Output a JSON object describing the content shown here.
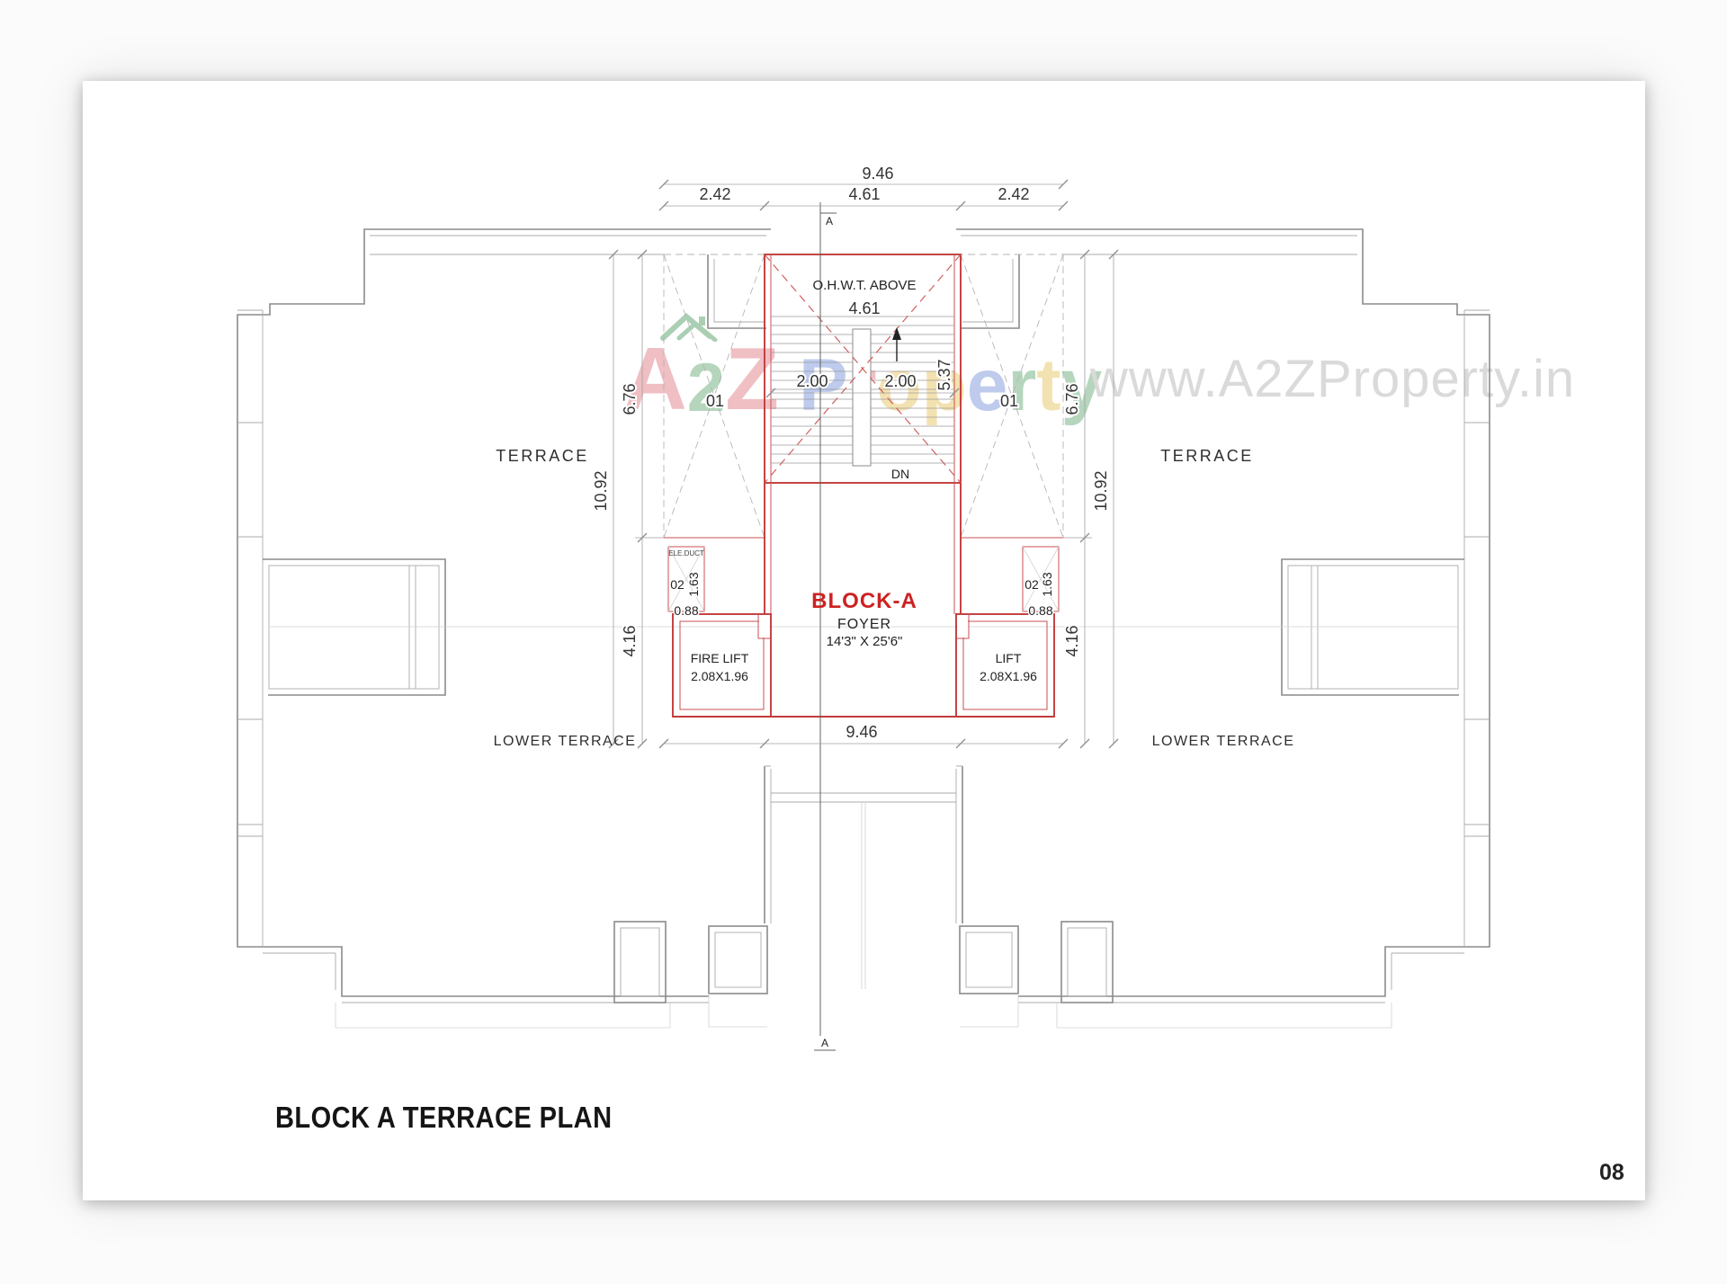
{
  "page": {
    "title": "BLOCK A TERRACE PLAN",
    "number": "08"
  },
  "watermark": {
    "letters": [
      {
        "ch": "A",
        "tone": "pink"
      },
      {
        "ch": "2",
        "tone": "green"
      },
      {
        "ch": "Z",
        "tone": "pink"
      },
      {
        "ch": "P",
        "tone": "blue"
      },
      {
        "ch": "r",
        "tone": "pink"
      },
      {
        "ch": "o",
        "tone": "yellow"
      },
      {
        "ch": "p",
        "tone": "yellow"
      },
      {
        "ch": "e",
        "tone": "blue"
      },
      {
        "ch": "r",
        "tone": "green"
      },
      {
        "ch": "t",
        "tone": "yellow"
      },
      {
        "ch": "y",
        "tone": "green"
      }
    ],
    "colors": {
      "pink": "#edb4ba",
      "green": "#a9cfb2",
      "blue": "#b3c3ea",
      "yellow": "#f2dda4"
    },
    "url": "www.A2ZProperty.in",
    "url_color": "#dadada"
  },
  "plan": {
    "rooms": {
      "terrace_left": "TERRACE",
      "terrace_right": "TERRACE",
      "lower_terrace_left": "LOWER TERRACE",
      "lower_terrace_right": "LOWER TERRACE",
      "block": "BLOCK-A",
      "foyer": "FOYER",
      "foyer_size": "14'3\" X 25'6\"",
      "ohwt": "O.H.W.T. ABOVE",
      "fire_lift": "FIRE LIFT",
      "fire_lift_size": "2.08X1.96",
      "lift": "LIFT",
      "lift_size": "2.08X1.96",
      "ele_duct": "ELE.DUCT",
      "down": "DN",
      "unit_left": "01",
      "unit_right": "01",
      "duct_left": "02",
      "duct_right": "02"
    },
    "dims": {
      "top_total": "9.46",
      "top_seg_left": "2.42",
      "top_seg_mid": "4.61",
      "top_seg_right": "2.42",
      "ohwt_width": "4.61",
      "flight_left": "2.00",
      "flight_right": "2.00",
      "stair_run": "5.37",
      "left_overall": "10.92",
      "left_upper": "6.76",
      "left_lower": "4.16",
      "right_overall": "10.92",
      "right_upper": "6.76",
      "right_lower": "4.16",
      "bottom_total": "9.46",
      "duct_left_w": "0.88",
      "duct_left_h": "1.63",
      "duct_right_w": "0.88",
      "duct_right_h": "1.63"
    },
    "section": {
      "top": "A",
      "bottom": "A"
    },
    "line_colors": {
      "wall_gray": "#8b8b8b",
      "core_red": "#c23b3b",
      "dashed_red": "#cf5f5f",
      "dim_gray": "#9a9a9a"
    }
  }
}
